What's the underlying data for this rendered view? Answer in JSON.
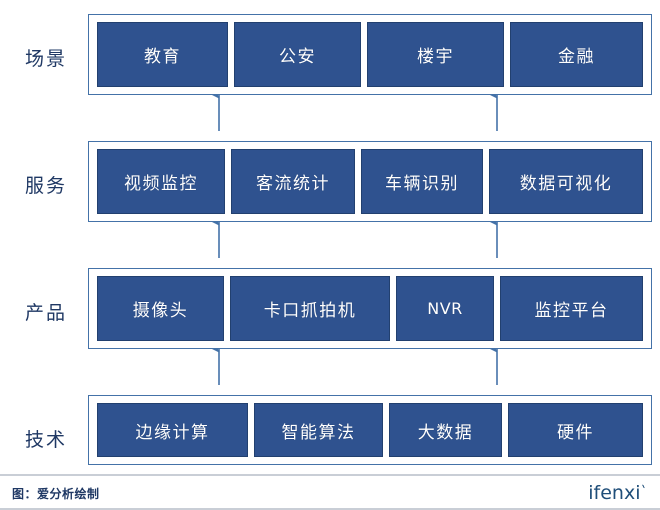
{
  "diagram": {
    "title_note": "图：爱分析绘制",
    "brand": "ifenxi",
    "colors": {
      "node_fill": "#2F528F",
      "band_border": "#4472A8",
      "label_text": "#1F3864",
      "arrow": "#4472A8",
      "background": "#FFFFFF",
      "footer_rule": "#C9CED6"
    },
    "layers": [
      {
        "label": "场景",
        "nodes": [
          {
            "text": "教育",
            "script": "cjk"
          },
          {
            "text": "公安",
            "script": "cjk"
          },
          {
            "text": "楼宇",
            "script": "cjk"
          },
          {
            "text": "金融",
            "script": "cjk"
          }
        ]
      },
      {
        "label": "服务",
        "nodes": [
          {
            "text": "视频监控",
            "script": "cjk"
          },
          {
            "text": "客流统计",
            "script": "cjk"
          },
          {
            "text": "车辆识别",
            "script": "cjk"
          },
          {
            "text": "数据可视化",
            "script": "cjk"
          }
        ]
      },
      {
        "label": "产品",
        "nodes": [
          {
            "text": "摄像头",
            "script": "cjk"
          },
          {
            "text": "卡口抓拍机",
            "script": "cjk"
          },
          {
            "text": "NVR",
            "script": "latin"
          },
          {
            "text": "监控平台",
            "script": "cjk"
          }
        ]
      },
      {
        "label": "技术",
        "nodes": [
          {
            "text": "边缘计算",
            "script": "cjk"
          },
          {
            "text": "智能算法",
            "script": "cjk"
          },
          {
            "text": "大数据",
            "script": "cjk"
          },
          {
            "text": "硬件",
            "script": "cjk"
          }
        ]
      }
    ],
    "connectors": [
      {
        "from": "服务",
        "to": "场景"
      },
      {
        "from": "产品",
        "to": "服务"
      },
      {
        "from": "技术",
        "to": "产品"
      }
    ]
  }
}
